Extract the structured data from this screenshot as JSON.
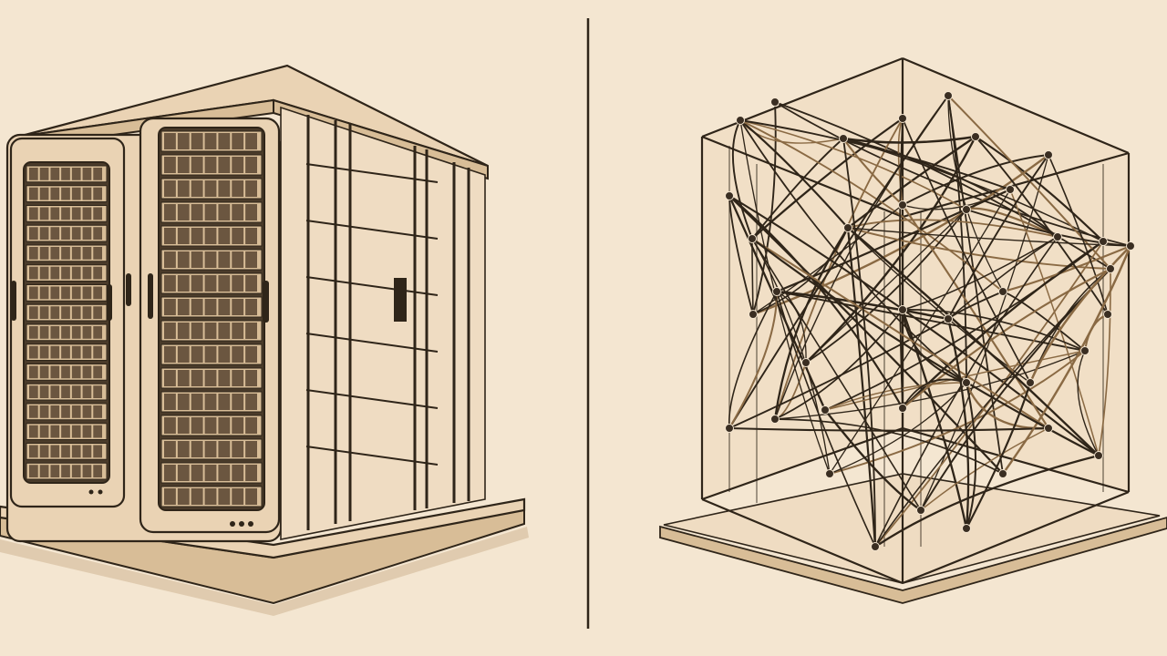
{
  "palette": {
    "paper": "#f4e6d1",
    "ink": "#2f2519",
    "sepia": "#8a6a44",
    "metal": "#ead3b4",
    "metal_dark": "#d8bd97",
    "interior": "#efdcc2",
    "shadow": "#c7ab85",
    "node": "#3a2e22"
  },
  "left_panel": {
    "subject": "server-rack-cabinet",
    "doors": 2,
    "server_rows_per_door": 16
  },
  "right_panel": {
    "subject": "network-mesh-cube"
  }
}
